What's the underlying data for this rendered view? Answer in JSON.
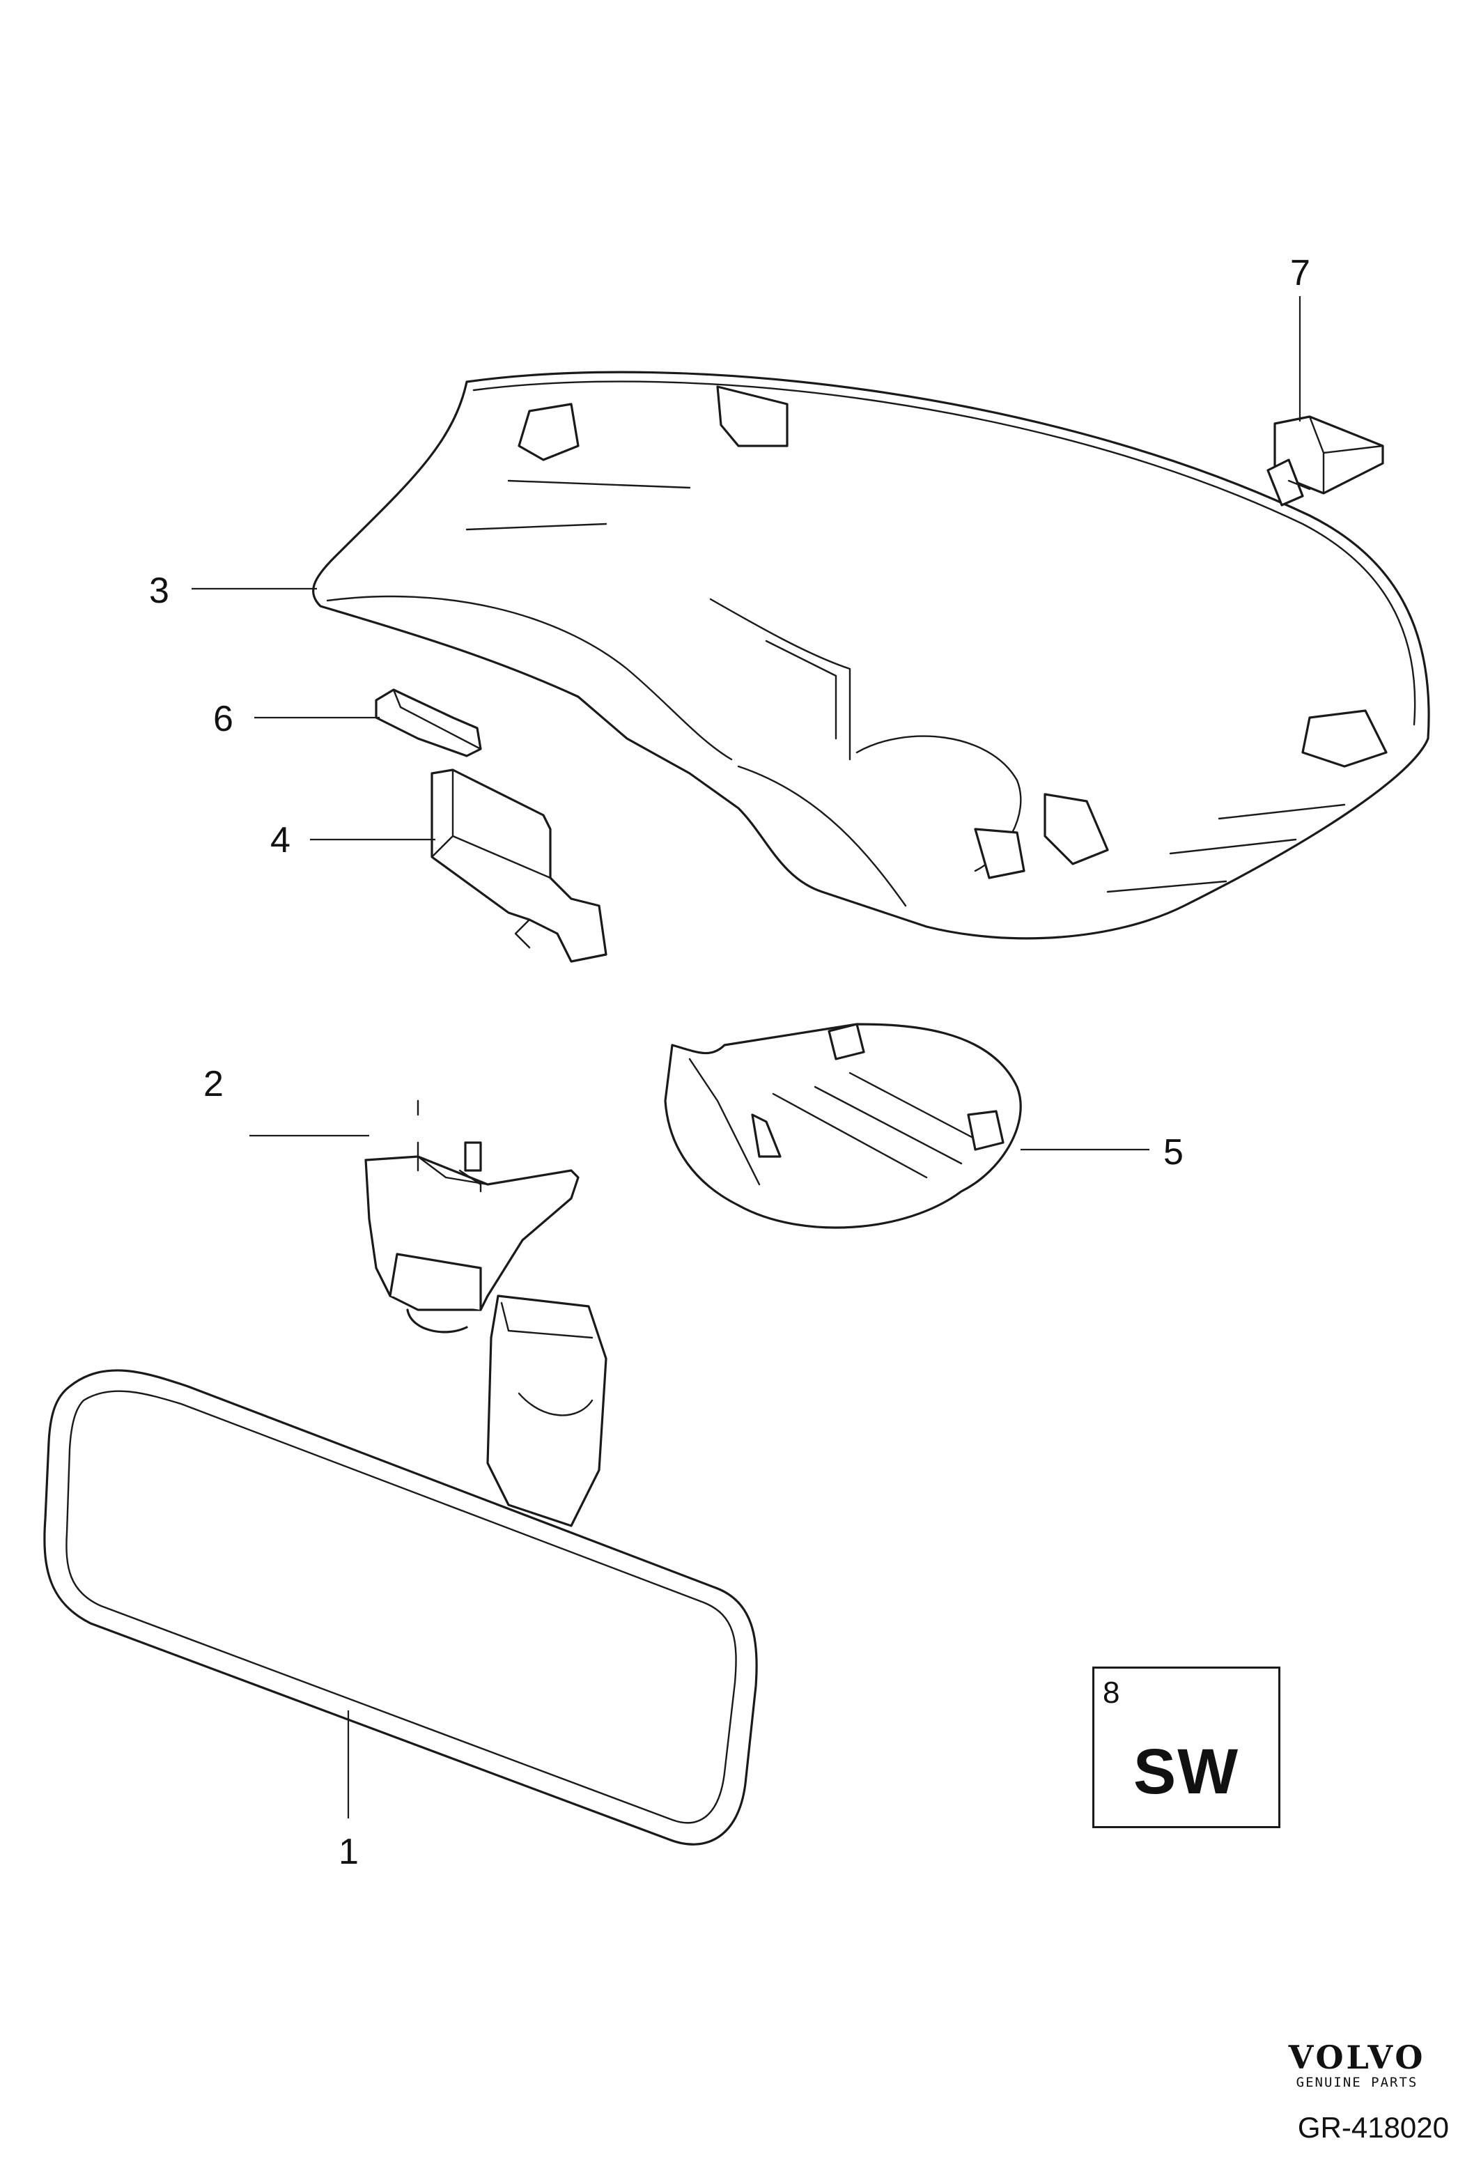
{
  "callouts": {
    "c1": "1",
    "c2": "2",
    "c3": "3",
    "c4": "4",
    "c5": "5",
    "c6": "6",
    "c7": "7"
  },
  "software_box": {
    "number": "8",
    "code": "SW"
  },
  "brand": {
    "logo_text": "VOLVO",
    "tagline": "GENUINE PARTS"
  },
  "reference": "GR-418020",
  "colors": {
    "line": "#1a1a1a",
    "background": "#ffffff"
  }
}
